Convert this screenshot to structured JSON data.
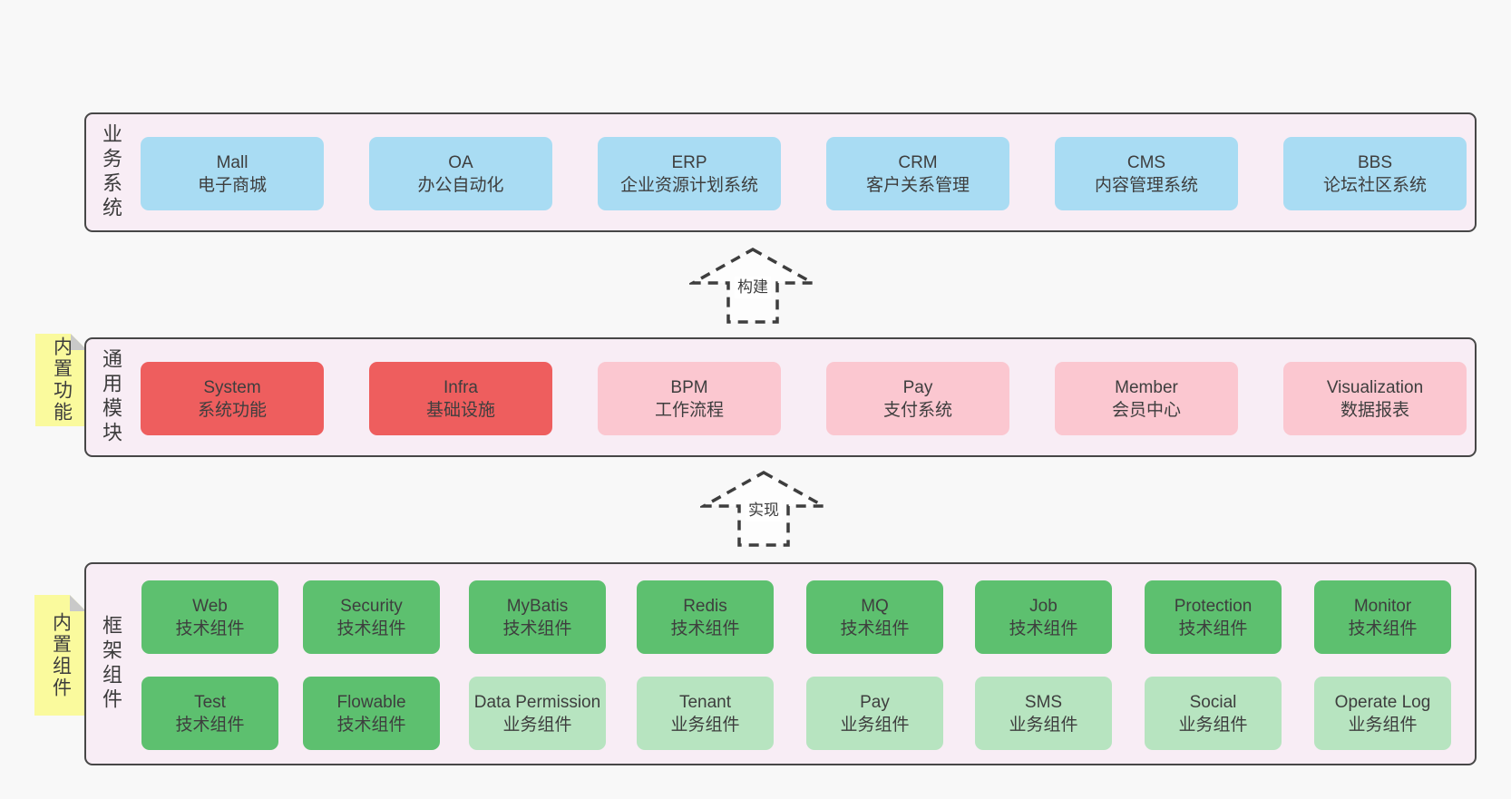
{
  "colors": {
    "page_bg": "#f8f8f8",
    "layer_bg": "#f8edf5",
    "layer_border": "#474747",
    "blue_box": "#a9dcf3",
    "red_box": "#ee5e5e",
    "pink_box": "#fbc7d0",
    "green_dark_box": "#5dc06f",
    "green_light_box": "#b7e4c0",
    "sticky_yellow": "#fafa9d",
    "sticky_fold": "#c9c9c9",
    "text": "#3e3e3e"
  },
  "arrows": {
    "build": "构建",
    "implement": "实现"
  },
  "layers": {
    "business": {
      "side_label": "业务系统",
      "boxes": [
        {
          "en": "Mall",
          "zh": "电子商城"
        },
        {
          "en": "OA",
          "zh": "办公自动化"
        },
        {
          "en": "ERP",
          "zh": "企业资源计划系统"
        },
        {
          "en": "CRM",
          "zh": "客户关系管理"
        },
        {
          "en": "CMS",
          "zh": "内容管理系统"
        },
        {
          "en": "BBS",
          "zh": "论坛社区系统"
        }
      ]
    },
    "modules": {
      "side_label": "通用模块",
      "sticky": "内置功能",
      "boxes": [
        {
          "en": "System",
          "zh": "系统功能"
        },
        {
          "en": "Infra",
          "zh": "基础设施"
        },
        {
          "en": "BPM",
          "zh": "工作流程"
        },
        {
          "en": "Pay",
          "zh": "支付系统"
        },
        {
          "en": "Member",
          "zh": "会员中心"
        },
        {
          "en": "Visualization",
          "zh": "数据报表"
        }
      ]
    },
    "framework": {
      "side_label": "框架组件",
      "sticky": "内置组件",
      "row1": [
        {
          "en": "Web",
          "zh": "技术组件"
        },
        {
          "en": "Security",
          "zh": "技术组件"
        },
        {
          "en": "MyBatis",
          "zh": "技术组件"
        },
        {
          "en": "Redis",
          "zh": "技术组件"
        },
        {
          "en": "MQ",
          "zh": "技术组件"
        },
        {
          "en": "Job",
          "zh": "技术组件"
        },
        {
          "en": "Protection",
          "zh": "技术组件"
        },
        {
          "en": "Monitor",
          "zh": "技术组件"
        }
      ],
      "row2": [
        {
          "en": "Test",
          "zh": "技术组件"
        },
        {
          "en": "Flowable",
          "zh": "技术组件"
        },
        {
          "en": "Data Permission",
          "zh": "业务组件"
        },
        {
          "en": "Tenant",
          "zh": "业务组件"
        },
        {
          "en": "Pay",
          "zh": "业务组件"
        },
        {
          "en": "SMS",
          "zh": "业务组件"
        },
        {
          "en": "Social",
          "zh": "业务组件"
        },
        {
          "en": "Operate Log",
          "zh": "业务组件"
        }
      ]
    }
  }
}
